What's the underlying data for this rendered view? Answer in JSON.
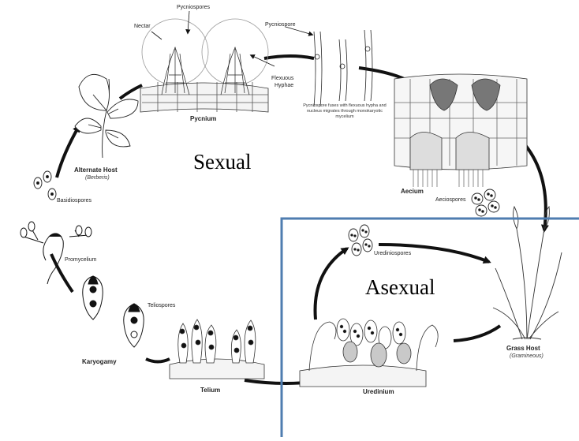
{
  "stages": {
    "pycnium": "Pycnium",
    "pycniospores": "Pycniospores",
    "nectar": "Nectar",
    "pycniospore": "Pycniospore",
    "flexuous_hyphae_1": "Flexuous",
    "flexuous_hyphae_2": "Hyphae",
    "fusion_note": "Pycniospore fuses with flexuous hypha and nucleus migrates through monokaryotic mycelium",
    "aecium": "Aecium",
    "aeciospores": "Aeciospores",
    "grass_host": "Grass Host",
    "grass_host_sub": "(Gramineous)",
    "urediniospores": "Urediniospores",
    "uredinium": "Uredinium",
    "telium": "Telium",
    "teliospores": "Teliospores",
    "karyogamy": "Karyogamy",
    "promycelium": "Promycelium",
    "basidiospores": "Basidiospores",
    "alternate_host": "Alternate Host",
    "alternate_host_sub": "(Berberis)"
  },
  "phases": {
    "sexual": "Sexual",
    "asexual": "Asexual"
  },
  "colors": {
    "asexual_box": "#4f7db0",
    "ink": "#111111"
  }
}
